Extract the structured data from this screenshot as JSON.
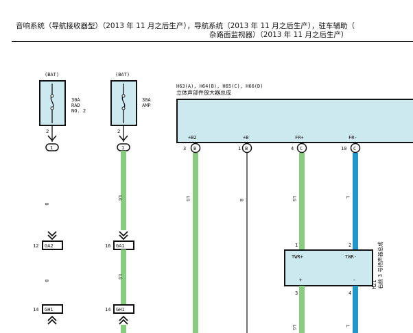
{
  "header": {
    "title_line1": "音响系统（导航接收器型）（2013 年 11 月之后生产），导航系统（2013 年 11 月之后生产），驻车辅助（",
    "title_line2": "杂路面监视器）（2013 年 11 月之后生产）"
  },
  "fuses": [
    {
      "source": "(BAT)",
      "rating": "30A",
      "name_line1": "RAD",
      "name_line2": "NO. 2",
      "pin": "2",
      "connector_pin": "1"
    },
    {
      "source": "(BAT)",
      "rating": "30A",
      "name_line1": "AMP",
      "name_line2": "",
      "pin": "2",
      "connector_pin": "1"
    }
  ],
  "amplifier": {
    "connectors": "H63(A), H64(B), H65(C), H66(D)",
    "name": "立体声部件放大器总成",
    "terminals": [
      {
        "pin": "3",
        "conn": "B",
        "label": "+B2",
        "wire": "LG"
      },
      {
        "pin": "1",
        "conn": "B",
        "label": "+B",
        "wire": "B"
      },
      {
        "pin": "4",
        "conn": "C",
        "label": "FR+",
        "wire": "LG"
      },
      {
        "pin": "10",
        "conn": "C",
        "label": "FR-",
        "wire": "L"
      }
    ]
  },
  "left_wires": [
    {
      "color": "B",
      "connectors": [
        {
          "pin": "12",
          "id": "GA2"
        },
        {
          "pin": "14",
          "id": "GH1"
        }
      ]
    },
    {
      "color": "LG",
      "connectors": [
        {
          "pin": "16",
          "id": "GA1"
        },
        {
          "pin": "14",
          "id": "GH1"
        }
      ]
    }
  ],
  "speaker": {
    "code": "H21",
    "name": "右前 3 号扬声器总成",
    "top_pins": [
      "1",
      "2"
    ],
    "labels": [
      "TWR+",
      "TWR-"
    ],
    "polarity": [
      "+",
      "-"
    ],
    "bottom_pins": [
      "3",
      "4"
    ],
    "bottom_wires": [
      "LG",
      "L"
    ]
  },
  "colors": {
    "LG": "#88cc80",
    "L": "#2196c9",
    "B": "#111111",
    "box_fill": "#cde9f0"
  }
}
